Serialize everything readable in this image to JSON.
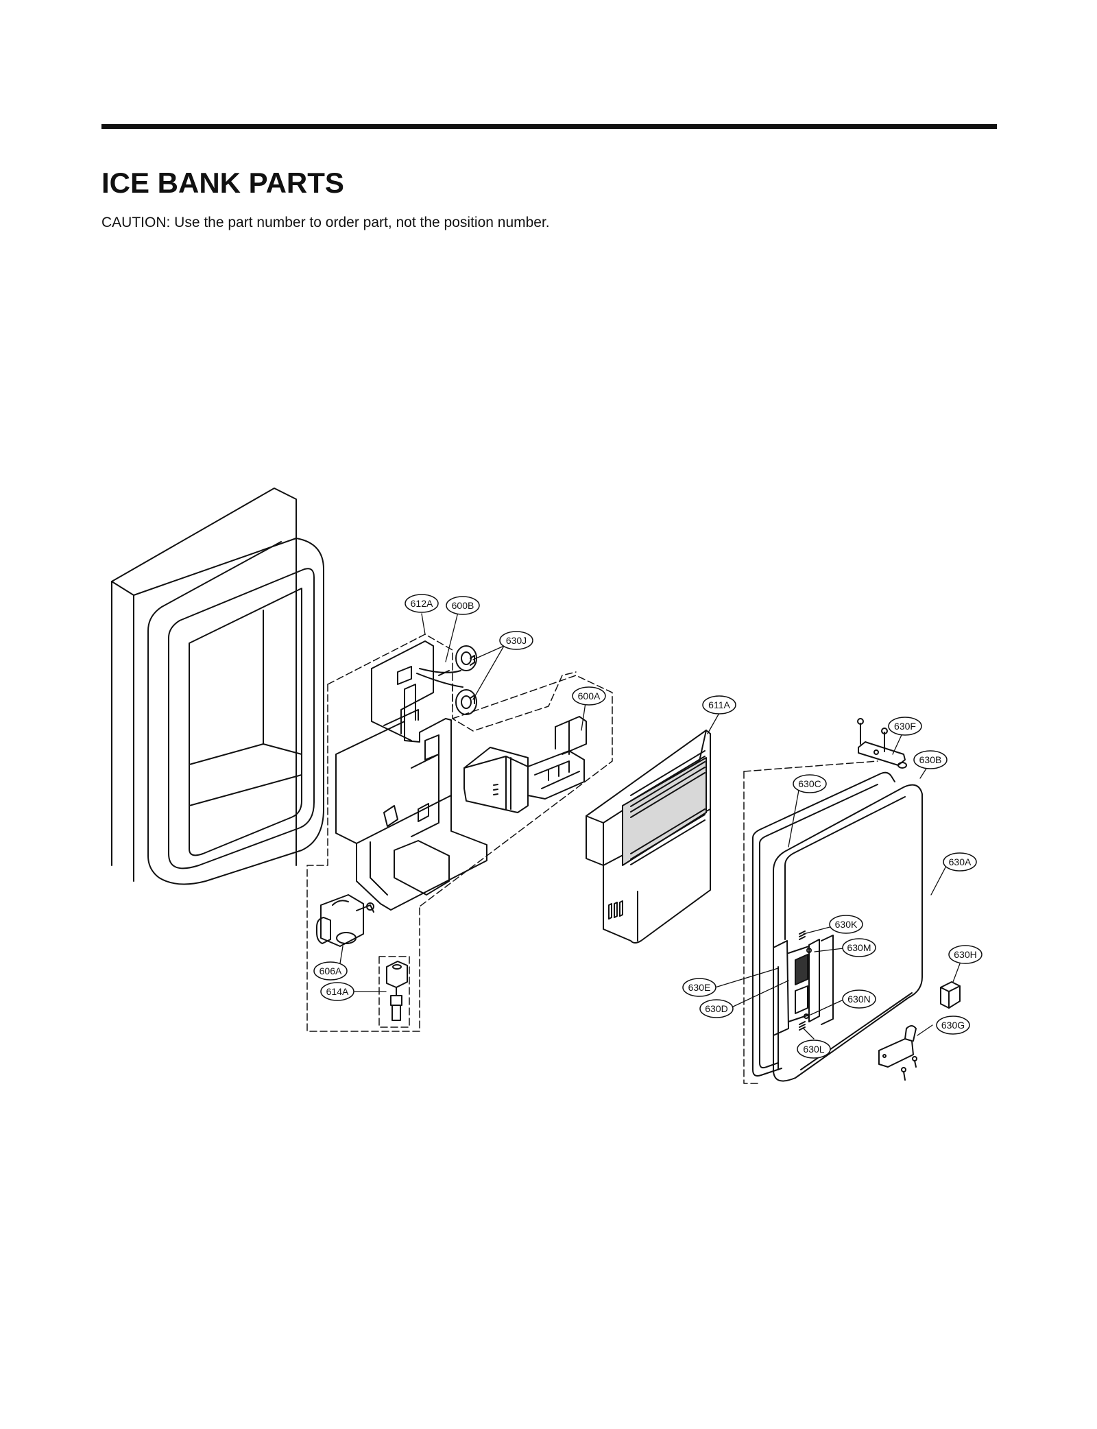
{
  "page": {
    "title": "ICE BANK PARTS",
    "caution": "CAUTION: Use the part number to order part, not the position number."
  },
  "callouts": {
    "c612A": "612A",
    "c600B": "600B",
    "c630J": "630J",
    "c600A": "600A",
    "c611A": "611A",
    "c630F": "630F",
    "c630B": "630B",
    "c630C": "630C",
    "c630A": "630A",
    "c630K": "630K",
    "c630M": "630M",
    "c630H": "630H",
    "c630E": "630E",
    "c630D": "630D",
    "c630N": "630N",
    "c630G": "630G",
    "c630L": "630L",
    "c606A": "606A",
    "c614A": "614A"
  }
}
